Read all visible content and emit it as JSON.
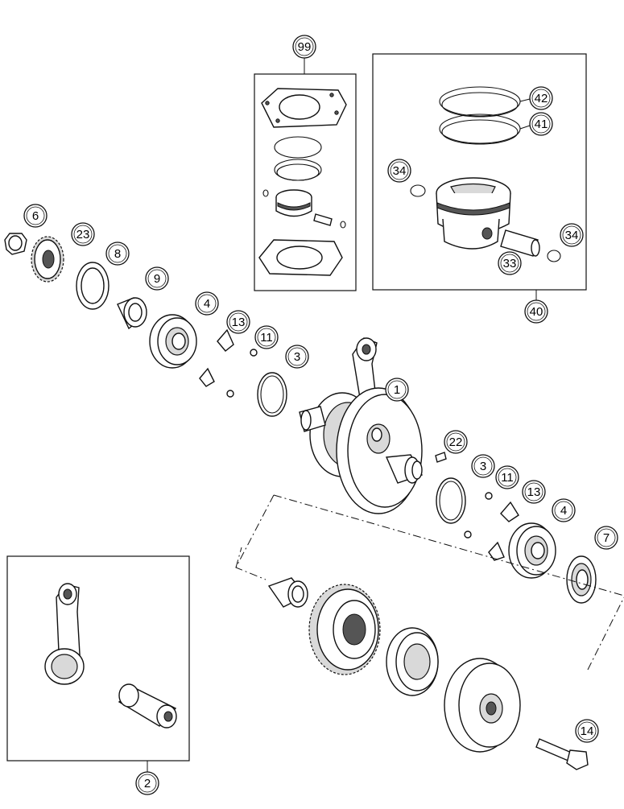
{
  "diagram": {
    "callouts": {
      "p99": "99",
      "p42": "42",
      "p41": "41",
      "p34a": "34",
      "p34b": "34",
      "p33": "33",
      "p40": "40",
      "p6": "6",
      "p23": "23",
      "p8": "8",
      "p9": "9",
      "p4a": "4",
      "p13a": "13",
      "p11a": "11",
      "p3a": "3",
      "p1": "1",
      "p22": "22",
      "p3b": "3",
      "p11b": "11",
      "p13b": "13",
      "p4b": "4",
      "p7": "7",
      "p14": "14",
      "p2": "2"
    }
  }
}
